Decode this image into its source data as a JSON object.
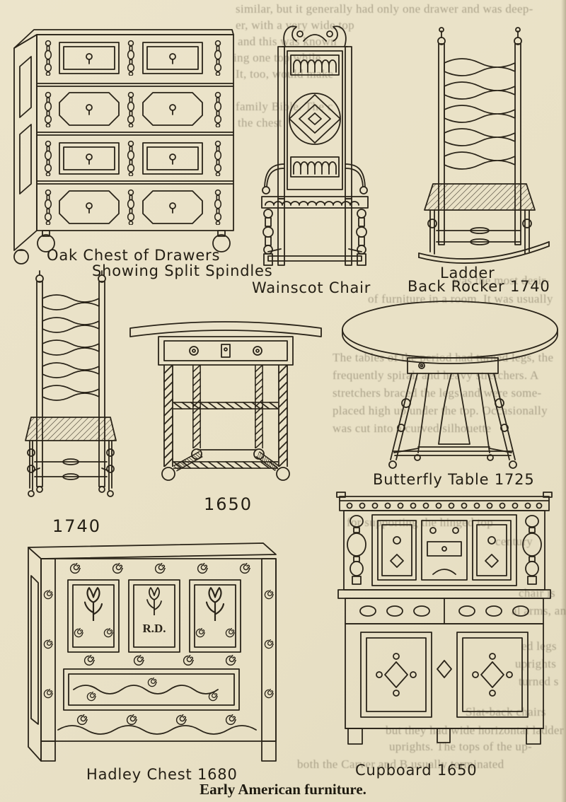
{
  "page": {
    "caption": "Early American furniture.",
    "paper_color": "#e9e1c6",
    "ink_color": "#2a2419"
  },
  "figures": {
    "oak_chest": {
      "label_line1": "Oak Chest of Drawers",
      "label_line2": "Showing Split Spindles"
    },
    "wainscot": {
      "label": "Wainscot Chair"
    },
    "rocker": {
      "label_line1": "Ladder",
      "label_line2": "Back Rocker 1740"
    },
    "chair1740": {
      "label": "1740"
    },
    "table1650": {
      "label": "1650"
    },
    "butterfly": {
      "label": "Butterfly Table 1725"
    },
    "hadley": {
      "label": "Hadley Chest 1680",
      "carved_initials": "R.D."
    },
    "cupboard": {
      "label": "Cupboard 1650"
    }
  },
  "bleedthrough": [
    "similar, but it generally had only one drawer and was deep-",
    "er, with a very wide top",
    "and this was known",
    "ing one top while",
    "It, too, would make",
    "family Bible.  The c",
    "the chest",
    "was the most desir-",
    "of furniture in a room.  It was usually",
    "The tables of the period had turned legs, the",
    "frequently spiral, and heavy stretchers.  A",
    "stretchers braced the legs and were some-",
    "placed high up under the top.  Occasionally",
    "was cut into a curved silhouette",
    "for supporting the hinged top",
    "century",
    "chair is",
    "al arms, an",
    "ed legs",
    "uprights",
    "turned s",
    "Slat-back chairs",
    "but they had wide horizontal ladder rails between",
    "uprights.  The tops of the up-",
    "both the Carver and B usually terminated"
  ]
}
